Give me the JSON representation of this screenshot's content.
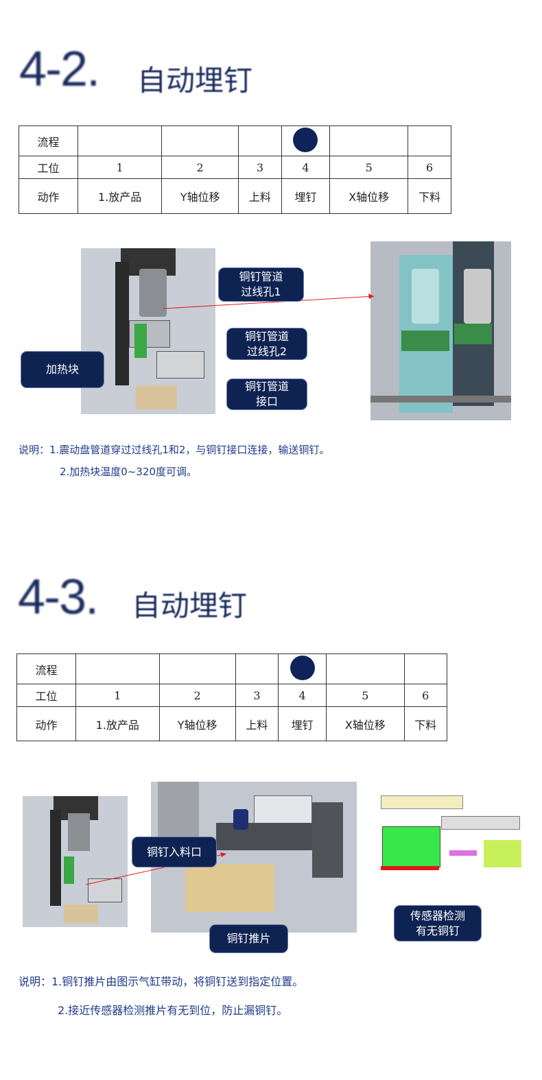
{
  "sections": [
    {
      "title_num": "4-2.",
      "title_text": "自动埋钉",
      "table": {
        "row_labels": [
          "流程",
          "工位",
          "动作"
        ],
        "stations": [
          "1",
          "2",
          "3",
          "4",
          "5",
          "6"
        ],
        "actions": [
          "1.放产品",
          "Y轴位移",
          "上料",
          "埋钉",
          "X轴位移",
          "下料"
        ],
        "active_station_index": 4
      },
      "callouts": {
        "c1": [
          "铜钉管道",
          "过线孔1"
        ],
        "c2": [
          "铜钉管道",
          "过线孔2"
        ],
        "c3": [
          "铜钉管道",
          "接口"
        ],
        "c4": [
          "加热块"
        ]
      },
      "desc": [
        "说明：1.震动盘管道穿过过线孔1和2，与铜钉接口连接，输送铜钉。",
        "2.加热块温度0~320度可调。"
      ]
    },
    {
      "title_num": "4-3.",
      "title_text": "自动埋钉",
      "table": {
        "row_labels": [
          "流程",
          "工位",
          "动作"
        ],
        "stations": [
          "1",
          "2",
          "3",
          "4",
          "5",
          "6"
        ],
        "actions": [
          "1.放产品",
          "Y轴位移",
          "上料",
          "埋钉",
          "X轴位移",
          "下料"
        ],
        "active_station_index": 4
      },
      "callouts": {
        "c1": [
          "铜钉入料口"
        ],
        "c2": [
          "铜钉推片"
        ],
        "c3": [
          "传感器检测",
          "有无铜钉"
        ]
      },
      "desc": [
        "说明：1.铜钉推片由图示气缸带动，将铜钉送到指定位置。",
        "2.接近传感器检测推片有无到位，防止漏铜钉。"
      ]
    }
  ],
  "colors": {
    "title": "#1b2b5e",
    "callout": "#0f2352",
    "marker": "#0e2358",
    "desc": "#1f3a8a"
  }
}
